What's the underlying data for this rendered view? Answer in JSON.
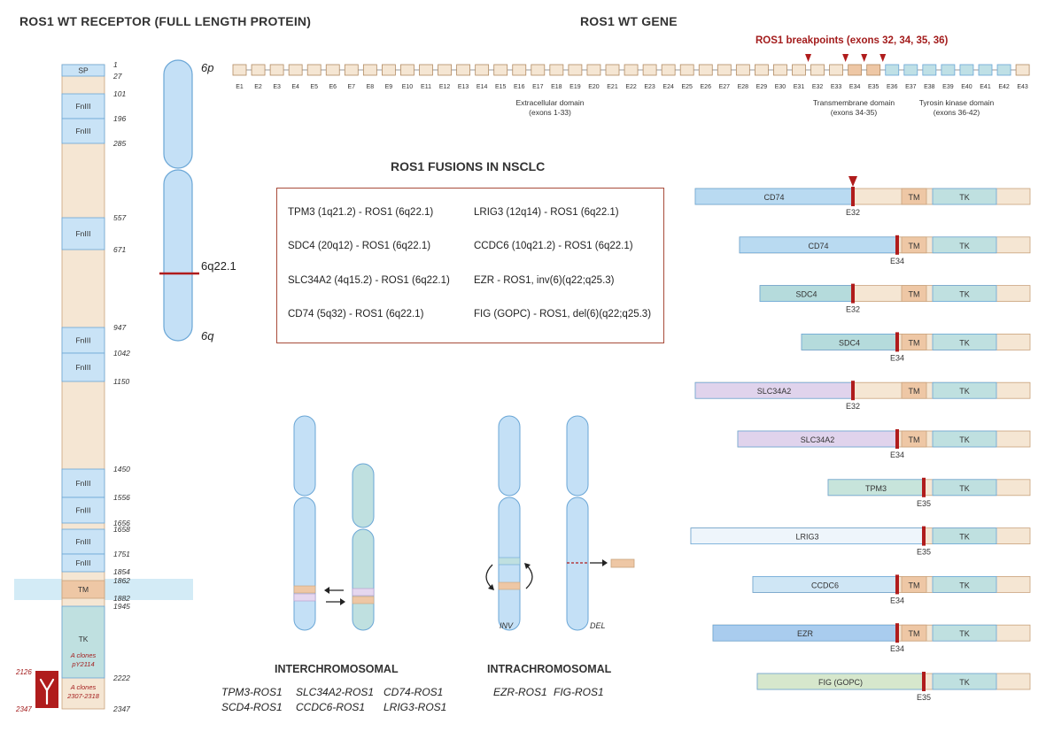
{
  "titles": {
    "receptor": "ROS1 WT RECEPTOR (FULL LENGTH PROTEIN)",
    "gene": "ROS1 WT GENE",
    "fusions": "ROS1 FUSIONS IN NSCLC",
    "breakpoints": "ROS1 breakpoints (exons 32, 34, 35, 36)"
  },
  "receptor": {
    "domains": [
      {
        "label": "SP",
        "from": 1,
        "to": 27,
        "kind": "sp"
      },
      {
        "label": "FnIII",
        "from": 101,
        "to": 196,
        "kind": "fn"
      },
      {
        "label": "FnIII",
        "from": 196,
        "to": 285,
        "kind": "fn"
      },
      {
        "label": "FnIII",
        "from": 557,
        "to": 671,
        "kind": "fn"
      },
      {
        "label": "FnIII",
        "from": 947,
        "to": 1042,
        "kind": "fn"
      },
      {
        "label": "FnIII",
        "from": 1042,
        "to": 1150,
        "kind": "fn"
      },
      {
        "label": "FnIII",
        "from": 1450,
        "to": 1556,
        "kind": "fn"
      },
      {
        "label": "FnIII",
        "from": 1556,
        "to": 1656,
        "kind": "fn"
      },
      {
        "label": "FnIII",
        "from": 1658,
        "to": 1751,
        "kind": "fn"
      },
      {
        "label": "FnIII",
        "from": 1751,
        "to": 1854,
        "kind": "fn"
      },
      {
        "label": "TM",
        "from": 1862,
        "to": 1882,
        "kind": "tm"
      },
      {
        "label": "TK",
        "from": 1945,
        "to": 2222,
        "kind": "tk"
      }
    ],
    "positions": [
      "1",
      "27",
      "101",
      "196",
      "285",
      "557",
      "671",
      "947",
      "1042",
      "1150",
      "1450",
      "1556",
      "1656",
      "1658",
      "1751",
      "1854",
      "1862",
      "1882",
      "1945",
      "2222",
      "2347"
    ],
    "tk_note_1": "A clones",
    "tk_note_2": "pY2114",
    "tail_note_1": "A clones",
    "tail_note_2": "2307-2318",
    "left_pos_top": "2126",
    "left_pos_bottom": "2347"
  },
  "chromosome": {
    "p_arm": "6p",
    "q_arm": "6q",
    "band": "6q22.1"
  },
  "gene": {
    "exons": [
      "E1",
      "E2",
      "E3",
      "E4",
      "E5",
      "E6",
      "E7",
      "E8",
      "E9",
      "E10",
      "E11",
      "E12",
      "E13",
      "E14",
      "E15",
      "E16",
      "E17",
      "E18",
      "E19",
      "E20",
      "E21",
      "E22",
      "E23",
      "E24",
      "E25",
      "E26",
      "E27",
      "E28",
      "E29",
      "E30",
      "E31",
      "E32",
      "E33",
      "E34",
      "E35",
      "E36",
      "E37",
      "E38",
      "E39",
      "E40",
      "E41",
      "E42",
      "E43"
    ],
    "breakpoint_exons": [
      "E32",
      "E34",
      "E35",
      "E36"
    ],
    "domain_extracellular": "Extracellular domain",
    "domain_extracellular_sub": "(exons 1-33)",
    "domain_tm": "Transmembrane domain",
    "domain_tm_sub": "(exons 34-35)",
    "domain_tk": "Tyrosin kinase domain",
    "domain_tk_sub": "(exons 36-42)"
  },
  "fusions_list": [
    "TPM3 (1q21.2) - ROS1 (6q22.1)",
    "SDC4 (20q12) - ROS1 (6q22.1)",
    "SLC34A2 (4q15.2) - ROS1 (6q22.1)",
    "CD74 (5q32) - ROS1 (6q22.1)",
    "LRIG3 (12q14) - ROS1 (6q22.1)",
    "CCDC6 (10q21.2) - ROS1 (6q22.1)",
    "EZR - ROS1, inv(6)(q22;q25.3)",
    "FIG (GOPC) - ROS1, del(6)(q22;q25.3)"
  ],
  "fusion_bars": [
    {
      "partner": "CD74",
      "exon": "E32",
      "tm": "TM",
      "tk": "TK",
      "color": "#b9daf1",
      "has_tm": true
    },
    {
      "partner": "CD74",
      "exon": "E34",
      "tm": "TM",
      "tk": "TK",
      "color": "#b9daf1",
      "has_tm": true
    },
    {
      "partner": "SDC4",
      "exon": "E32",
      "tm": "TM",
      "tk": "TK",
      "color": "#b5dbdc",
      "has_tm": true
    },
    {
      "partner": "SDC4",
      "exon": "E34",
      "tm": "TM",
      "tk": "TK",
      "color": "#b5dbdc",
      "has_tm": true
    },
    {
      "partner": "SLC34A2",
      "exon": "E32",
      "tm": "TM",
      "tk": "TK",
      "color": "#e0d3ec",
      "has_tm": true
    },
    {
      "partner": "SLC34A2",
      "exon": "E34",
      "tm": "TM",
      "tk": "TK",
      "color": "#e0d3ec",
      "has_tm": true
    },
    {
      "partner": "TPM3",
      "exon": "E35",
      "tm": "",
      "tk": "TK",
      "color": "#c7e4db",
      "has_tm": false
    },
    {
      "partner": "LRIG3",
      "exon": "E35",
      "tm": "",
      "tk": "TK",
      "color": "#eef5fb",
      "has_tm": false
    },
    {
      "partner": "CCDC6",
      "exon": "E34",
      "tm": "TM",
      "tk": "TK",
      "color": "#cfe6f5",
      "has_tm": true
    },
    {
      "partner": "EZR",
      "exon": "E34",
      "tm": "TM",
      "tk": "TK",
      "color": "#a9ccee",
      "has_tm": true
    },
    {
      "partner": "FIG (GOPC)",
      "exon": "E35",
      "tm": "",
      "tk": "TK",
      "color": "#d6e7cc",
      "has_tm": false
    }
  ],
  "bottom": {
    "inter_title": "INTERCHROMOSOMAL",
    "intra_title": "INTRACHROMOSOMAL",
    "inter_items": [
      "TPM3-ROS1",
      "SLC34A2-ROS1",
      "CD74-ROS1",
      "SCD4-ROS1",
      "CCDC6-ROS1",
      "LRIG3-ROS1"
    ],
    "intra_items": [
      "EZR-ROS1",
      "FIG-ROS1"
    ],
    "inv_label": "INV",
    "del_label": "DEL"
  },
  "colors": {
    "beige": "#f5e6d3",
    "beige_border": "#c9a27c",
    "blue": "#c4e0f6",
    "blue_border": "#6aa6d6",
    "teal": "#bfe0e0",
    "tm": "#eec7a5",
    "breakpoint_red": "#b01c1c"
  }
}
